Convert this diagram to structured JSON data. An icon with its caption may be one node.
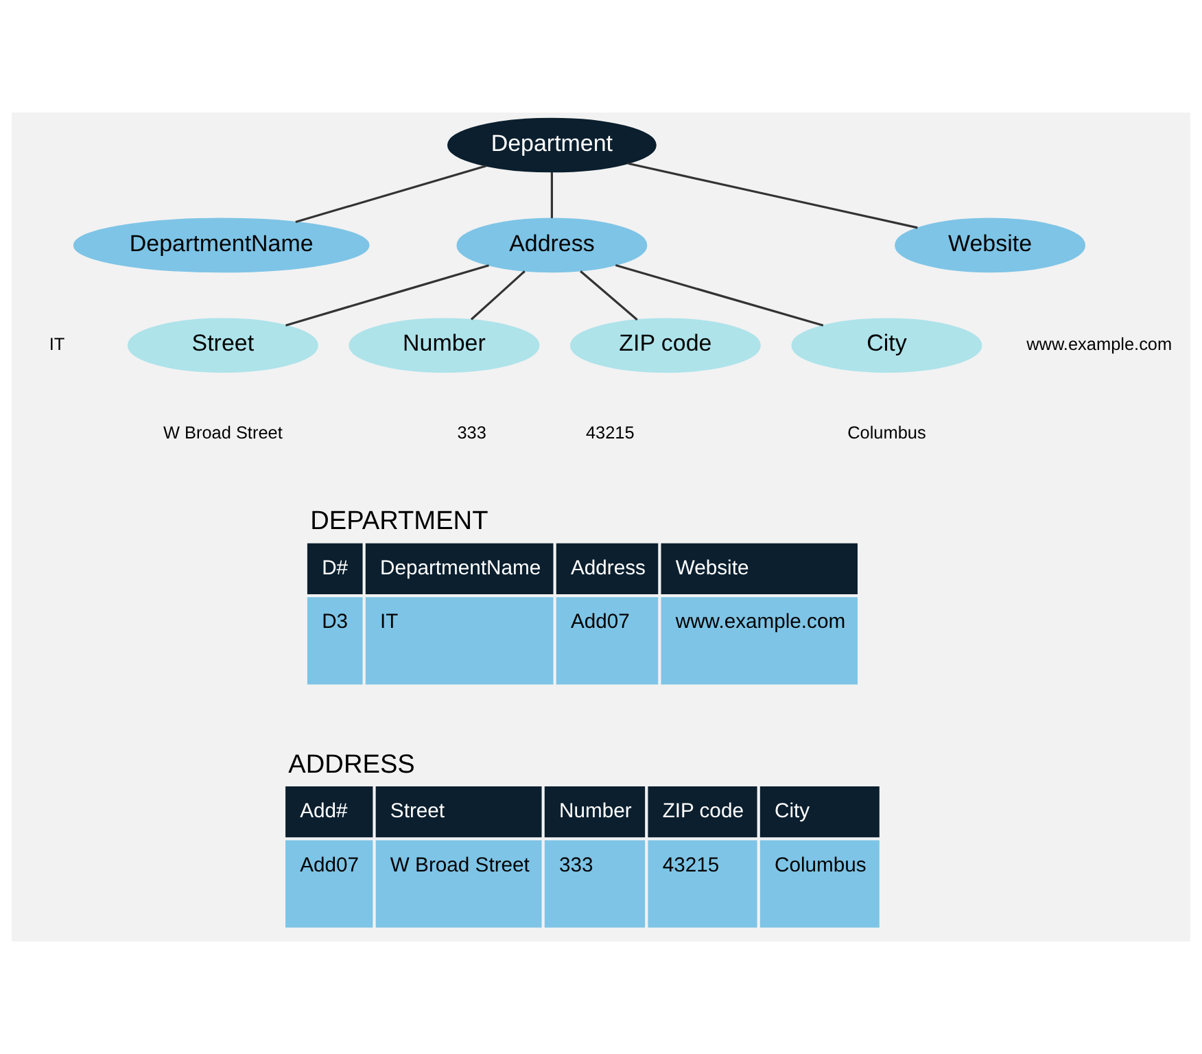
{
  "diagram": {
    "nodes": [
      {
        "text": [
          "Department"
        ]
      },
      {
        "text": [
          "DepartmentName"
        ],
        "beside": [
          "IT"
        ]
      },
      {
        "text": [
          "Address"
        ]
      },
      {
        "text": [
          "Website"
        ],
        "beside": [
          "www.example.com"
        ]
      },
      {
        "text": [
          "Street"
        ],
        "beside": [
          "W Broad Street"
        ]
      },
      {
        "text": [
          "Number"
        ],
        "beside": [
          "333"
        ]
      },
      {
        "text": [
          "ZIP code"
        ],
        "beside": [
          "43215"
        ]
      },
      {
        "text": [
          "City"
        ],
        "beside": [
          "Columbus"
        ]
      }
    ],
    "edges": [
      {
        "from": 0,
        "to": 1,
        "arrow": "none"
      },
      {
        "from": 0,
        "to": 2,
        "arrow": "none"
      },
      {
        "from": 0,
        "to": 3,
        "arrow": "none"
      },
      {
        "from": 2,
        "to": 4,
        "arrow": "none"
      },
      {
        "from": 2,
        "to": 5,
        "arrow": "none"
      },
      {
        "from": 2,
        "to": 6,
        "arrow": "none"
      },
      {
        "from": 2,
        "to": 7,
        "arrow": "none"
      }
    ],
    "labels": [
      "DEPARTMENT",
      "D#",
      "DepartmentName",
      "Address",
      "Website",
      "D3",
      "IT",
      "Add07",
      "www.example.com",
      "ADDRESS",
      "Add#",
      "Street",
      "Number",
      "ZIP code",
      "City",
      "Add07",
      "W Broad Street",
      "333",
      "43215",
      "Columbus"
    ]
  }
}
